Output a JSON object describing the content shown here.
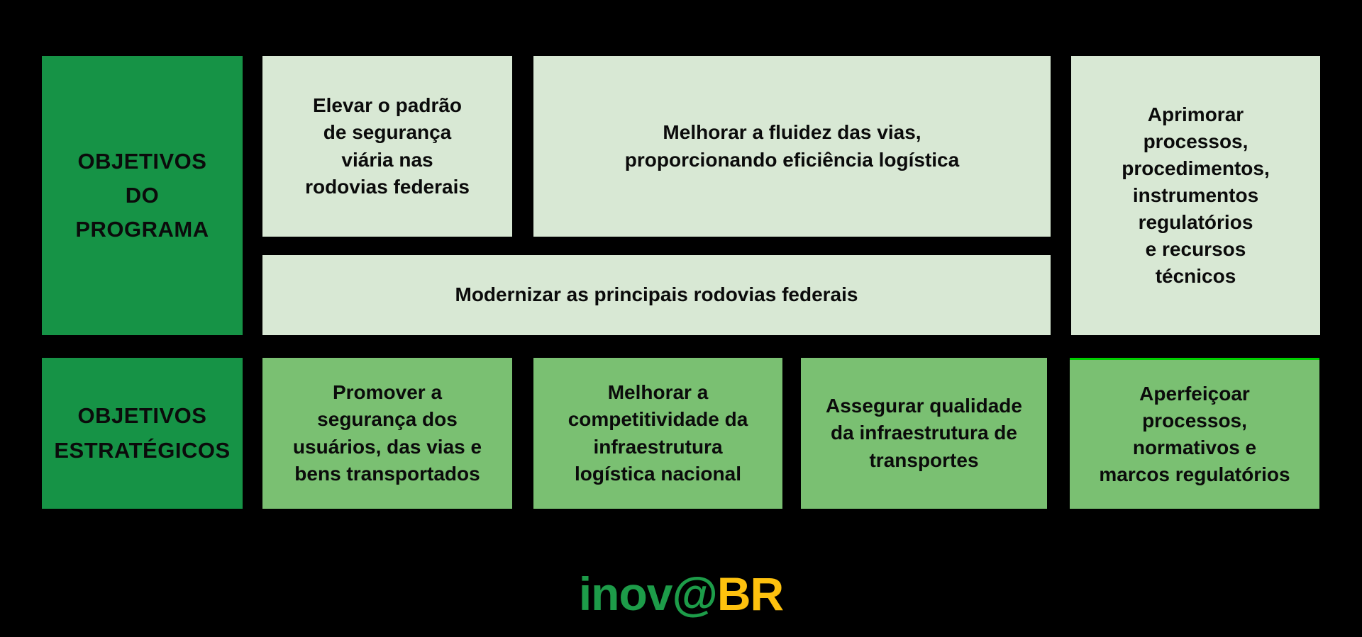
{
  "colors": {
    "background": "#000000",
    "dark_green": "#169346",
    "light_green": "#d8e8d4",
    "medium_green": "#7ac072",
    "accent_border_green": "#00cf00",
    "logo_green": "#1d9c49",
    "logo_yellow": "#fdc10e",
    "text": "#0b0b0b"
  },
  "sections": {
    "program": {
      "label": "OBJETIVOS\nDO\nPROGRAMA",
      "objectives": [
        {
          "text": "Elevar o padrão\nde segurança\nviária nas\nrodovias federais"
        },
        {
          "text": "Melhorar a fluidez das vias,\nproporcionando eficiência logística"
        },
        {
          "text": "Aprimorar\nprocessos,\nprocedimentos,\ninstrumentos\nregulatórios\ne recursos\ntécnicos"
        },
        {
          "text": "Modernizar as principais rodovias federais"
        }
      ]
    },
    "strategic": {
      "label": "OBJETIVOS\nESTRATÉGICOS",
      "objectives": [
        {
          "text": "Promover a\nsegurança dos\nusuários, das vias e\nbens transportados"
        },
        {
          "text": "Melhorar a\ncompetitividade da\ninfraestrutura\nlogística nacional"
        },
        {
          "text": "Assegurar qualidade\nda infraestrutura de\ntransportes"
        },
        {
          "text": "Aperfeiçoar\nprocessos,\nnormativos e\nmarcos regulatórios"
        }
      ]
    }
  },
  "logo": {
    "green_text": "inov@",
    "yellow_text": "BR"
  }
}
